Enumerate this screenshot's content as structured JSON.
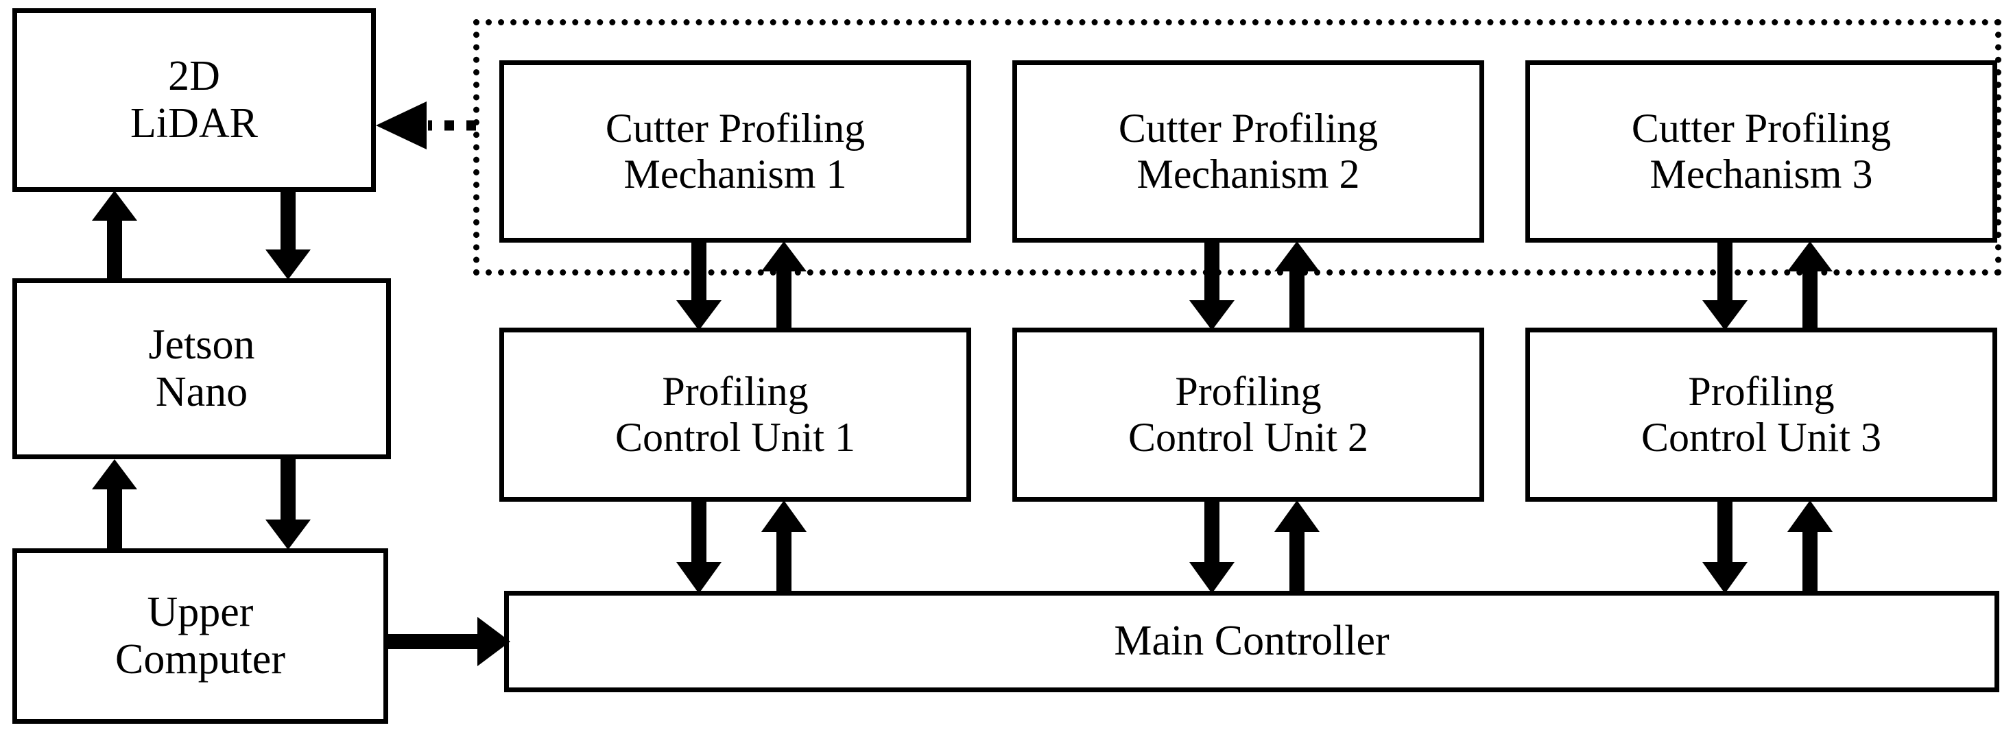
{
  "diagram": {
    "title": "System architecture block diagram",
    "style": {
      "line_color": "#000000",
      "background": "#ffffff",
      "box_fill": "#ffffff"
    },
    "blocks": {
      "lidar": {
        "label": "2D\nLiDAR"
      },
      "jetson": {
        "label": "Jetson\nNano"
      },
      "upper_computer": {
        "label": "Upper\nComputer"
      },
      "cutter_mechanism_1": {
        "label": "Cutter Profiling\nMechanism 1"
      },
      "cutter_mechanism_2": {
        "label": "Cutter Profiling\nMechanism 2"
      },
      "cutter_mechanism_3": {
        "label": "Cutter Profiling\nMechanism 3"
      },
      "control_unit_1": {
        "label": "Profiling\nControl Unit 1"
      },
      "control_unit_2": {
        "label": "Profiling\nControl Unit 2"
      },
      "control_unit_3": {
        "label": "Profiling\nControl Unit 3"
      },
      "main_controller": {
        "label": "Main Controller"
      }
    },
    "group": {
      "cutter_group_label": ""
    },
    "connections": [
      {
        "name": "jetson-to-lidar",
        "from": "jetson",
        "to": "lidar",
        "style": "solid",
        "direction": "up"
      },
      {
        "name": "lidar-to-jetson",
        "from": "lidar",
        "to": "jetson",
        "style": "solid",
        "direction": "down"
      },
      {
        "name": "upper-computer-to-jetson",
        "from": "upper_computer",
        "to": "jetson",
        "style": "solid",
        "direction": "up"
      },
      {
        "name": "jetson-to-upper-computer",
        "from": "jetson",
        "to": "upper_computer",
        "style": "solid",
        "direction": "down"
      },
      {
        "name": "cutter-group-to-lidar",
        "from": "cutter_group",
        "to": "lidar",
        "style": "dashed",
        "direction": "left"
      },
      {
        "name": "control-unit-1-to-mechanism-1",
        "from": "control_unit_1",
        "to": "cutter_mechanism_1",
        "style": "solid",
        "direction": "up"
      },
      {
        "name": "mechanism-1-to-control-unit-1",
        "from": "cutter_mechanism_1",
        "to": "control_unit_1",
        "style": "solid",
        "direction": "down"
      },
      {
        "name": "control-unit-2-to-mechanism-2",
        "from": "control_unit_2",
        "to": "cutter_mechanism_2",
        "style": "solid",
        "direction": "up"
      },
      {
        "name": "mechanism-2-to-control-unit-2",
        "from": "cutter_mechanism_2",
        "to": "control_unit_2",
        "style": "solid",
        "direction": "down"
      },
      {
        "name": "control-unit-3-to-mechanism-3",
        "from": "control_unit_3",
        "to": "cutter_mechanism_3",
        "style": "solid",
        "direction": "up"
      },
      {
        "name": "mechanism-3-to-control-unit-3",
        "from": "cutter_mechanism_3",
        "to": "control_unit_3",
        "style": "solid",
        "direction": "down"
      },
      {
        "name": "main-controller-to-control-unit-1",
        "from": "main_controller",
        "to": "control_unit_1",
        "style": "solid",
        "direction": "up"
      },
      {
        "name": "control-unit-1-to-main-controller",
        "from": "control_unit_1",
        "to": "main_controller",
        "style": "solid",
        "direction": "down"
      },
      {
        "name": "main-controller-to-control-unit-2",
        "from": "main_controller",
        "to": "control_unit_2",
        "style": "solid",
        "direction": "up"
      },
      {
        "name": "control-unit-2-to-main-controller",
        "from": "control_unit_2",
        "to": "main_controller",
        "style": "solid",
        "direction": "down"
      },
      {
        "name": "main-controller-to-control-unit-3",
        "from": "main_controller",
        "to": "control_unit_3",
        "style": "solid",
        "direction": "up"
      },
      {
        "name": "control-unit-3-to-main-controller",
        "from": "control_unit_3",
        "to": "main_controller",
        "style": "solid",
        "direction": "down"
      },
      {
        "name": "upper-computer-to-main-controller",
        "from": "upper_computer",
        "to": "main_controller",
        "style": "solid",
        "direction": "right"
      }
    ]
  }
}
